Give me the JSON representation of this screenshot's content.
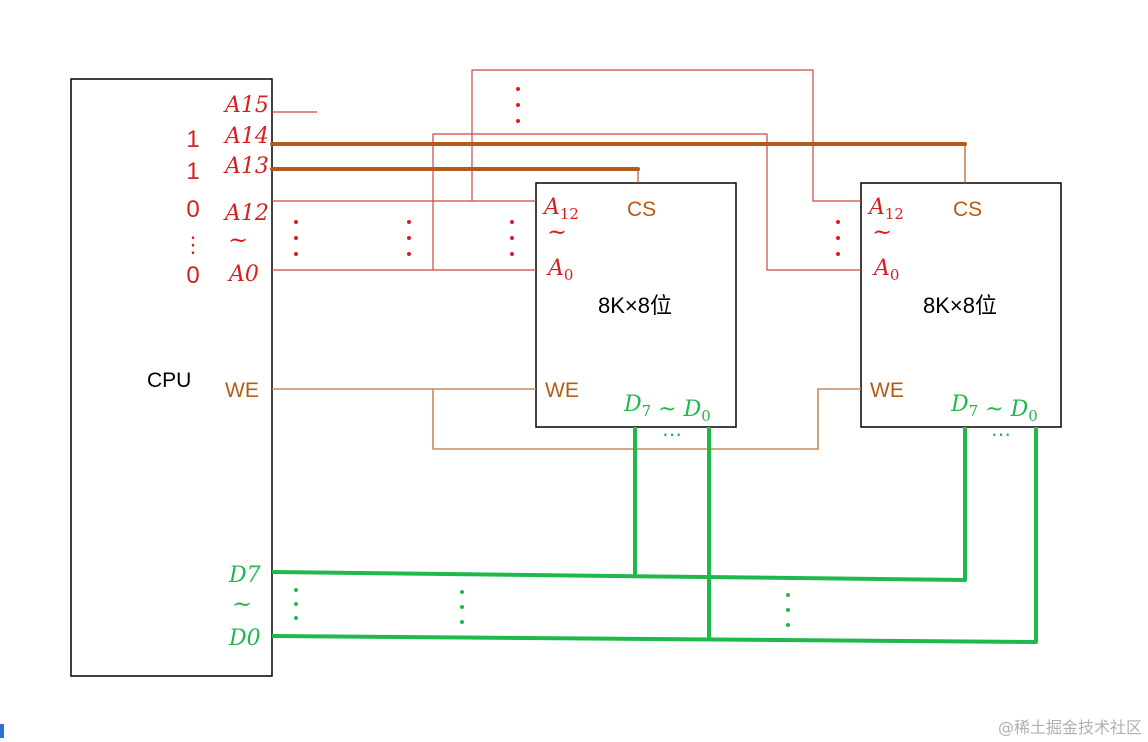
{
  "colors": {
    "red": "#d42020",
    "red_line": "#d04545",
    "orange": "#b65a17",
    "green": "#1fb84c",
    "black": "#000000"
  },
  "cpu": {
    "label": "CPU",
    "values": [
      "1",
      "1",
      "0",
      "⋮",
      "0"
    ],
    "addr": {
      "a15": "A15",
      "a14": "A14",
      "a13": "A13",
      "a12": "A12",
      "tilde": "~",
      "a0": "A0"
    },
    "we": "WE",
    "data": {
      "d7": "D7",
      "tilde": "~",
      "d0": "D0"
    }
  },
  "chips": [
    {
      "a12": "A12",
      "tilde": "~",
      "a0": "A0",
      "cs": "CS",
      "capacity": "8K×8位",
      "we": "WE",
      "data_bus": "D7 ~ D0",
      "dots": "⋯"
    },
    {
      "a12": "A12",
      "tilde": "~",
      "a0": "A0",
      "cs": "CS",
      "capacity": "8K×8位",
      "we": "WE",
      "data_bus": "D7 ~ D0",
      "dots": "⋯"
    }
  ],
  "watermark": "@稀土掘金技术社区"
}
